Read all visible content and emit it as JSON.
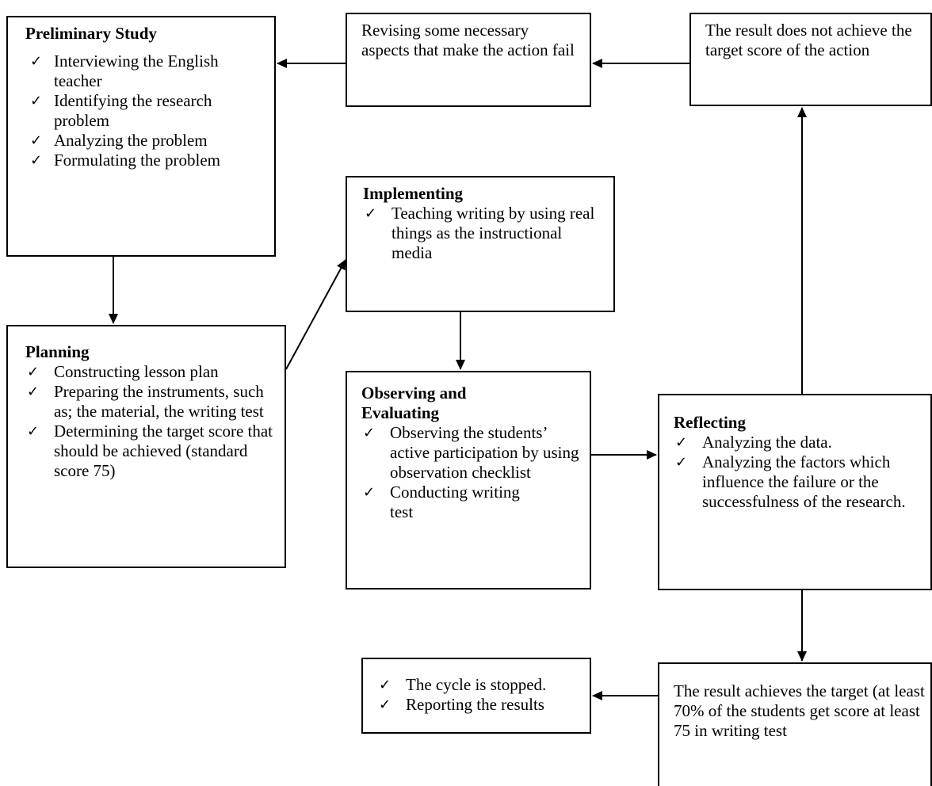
{
  "check_icon": "✓",
  "preliminary": {
    "title": "Preliminary Study",
    "items": [
      "Interviewing the English teacher",
      "Identifying the research problem",
      "Analyzing the problem",
      "Formulating the problem"
    ]
  },
  "revising": {
    "text": "Revising some necessary aspects that make the action fail"
  },
  "not_achieve": {
    "text": "The result does not achieve the target score of the action"
  },
  "implementing": {
    "title": "Implementing",
    "items": [
      "Teaching writing by using real things as the instructional media"
    ]
  },
  "planning": {
    "title": "Planning",
    "items": [
      "Constructing lesson plan",
      "Preparing  the instruments, such as; the material, the writing test",
      "Determining the target score that should be achieved (standard score 75)"
    ]
  },
  "observing": {
    "title": "Observing and Evaluating",
    "items": [
      "Observing  the students’ active participation by using observation checklist",
      "Conducting writing test"
    ]
  },
  "reflecting": {
    "title": "Reflecting",
    "items": [
      "Analyzing the data.",
      "Analyzing the factors which influence the failure or the successfulness of the research."
    ]
  },
  "achieves": {
    "text": "The result achieves the target (at least 70% of the students get score  at least 75 in writing test"
  },
  "stopped": {
    "items": [
      "The cycle is stopped.",
      "Reporting the results"
    ]
  }
}
